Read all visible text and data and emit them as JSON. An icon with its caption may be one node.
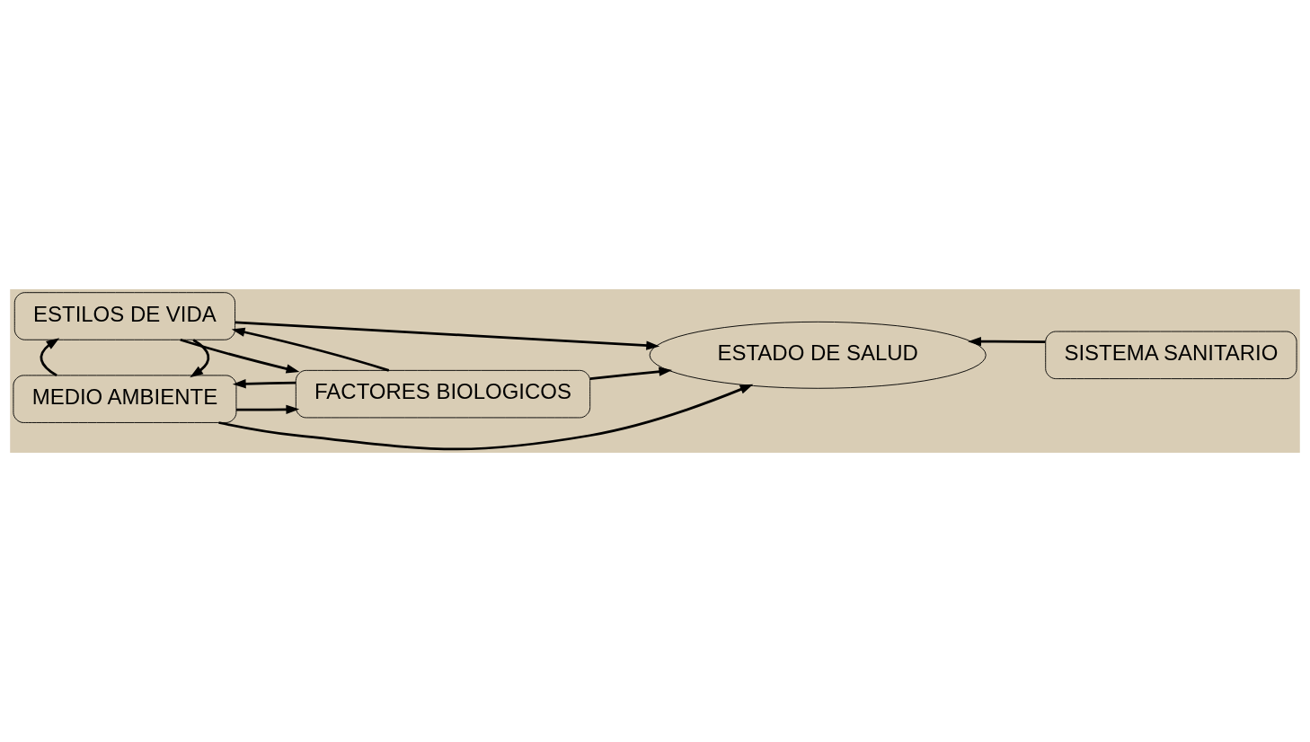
{
  "diagram": {
    "nodes": [
      {
        "text": [
          "ESTILOS DE VIDA"
        ]
      },
      {
        "text": [
          "FACTORES BIOLOGICOS"
        ]
      },
      {
        "text": [
          "ESTADO DE SALUD"
        ]
      },
      {
        "text": [
          "SISTEMA SANITARIO"
        ]
      },
      {
        "text": [
          "MEDIO AMBIENTE"
        ]
      }
    ],
    "edges": [
      {
        "from": 1,
        "to": 0,
        "arrow": "to"
      },
      {
        "from": 0,
        "to": 1,
        "arrow": "to"
      },
      {
        "from": 0,
        "to": 2,
        "arrow": "to"
      },
      {
        "from": 1,
        "to": 4,
        "arrow": "to"
      },
      {
        "from": 4,
        "to": 1,
        "arrow": "to"
      },
      {
        "from": 0,
        "to": 4,
        "arrow": "to"
      },
      {
        "from": 4,
        "to": 0,
        "arrow": "to"
      },
      {
        "from": 1,
        "to": 2,
        "arrow": "to"
      },
      {
        "from": 4,
        "to": 2,
        "arrow": "to"
      },
      {
        "from": 3,
        "to": 2,
        "arrow": "to"
      }
    ]
  }
}
